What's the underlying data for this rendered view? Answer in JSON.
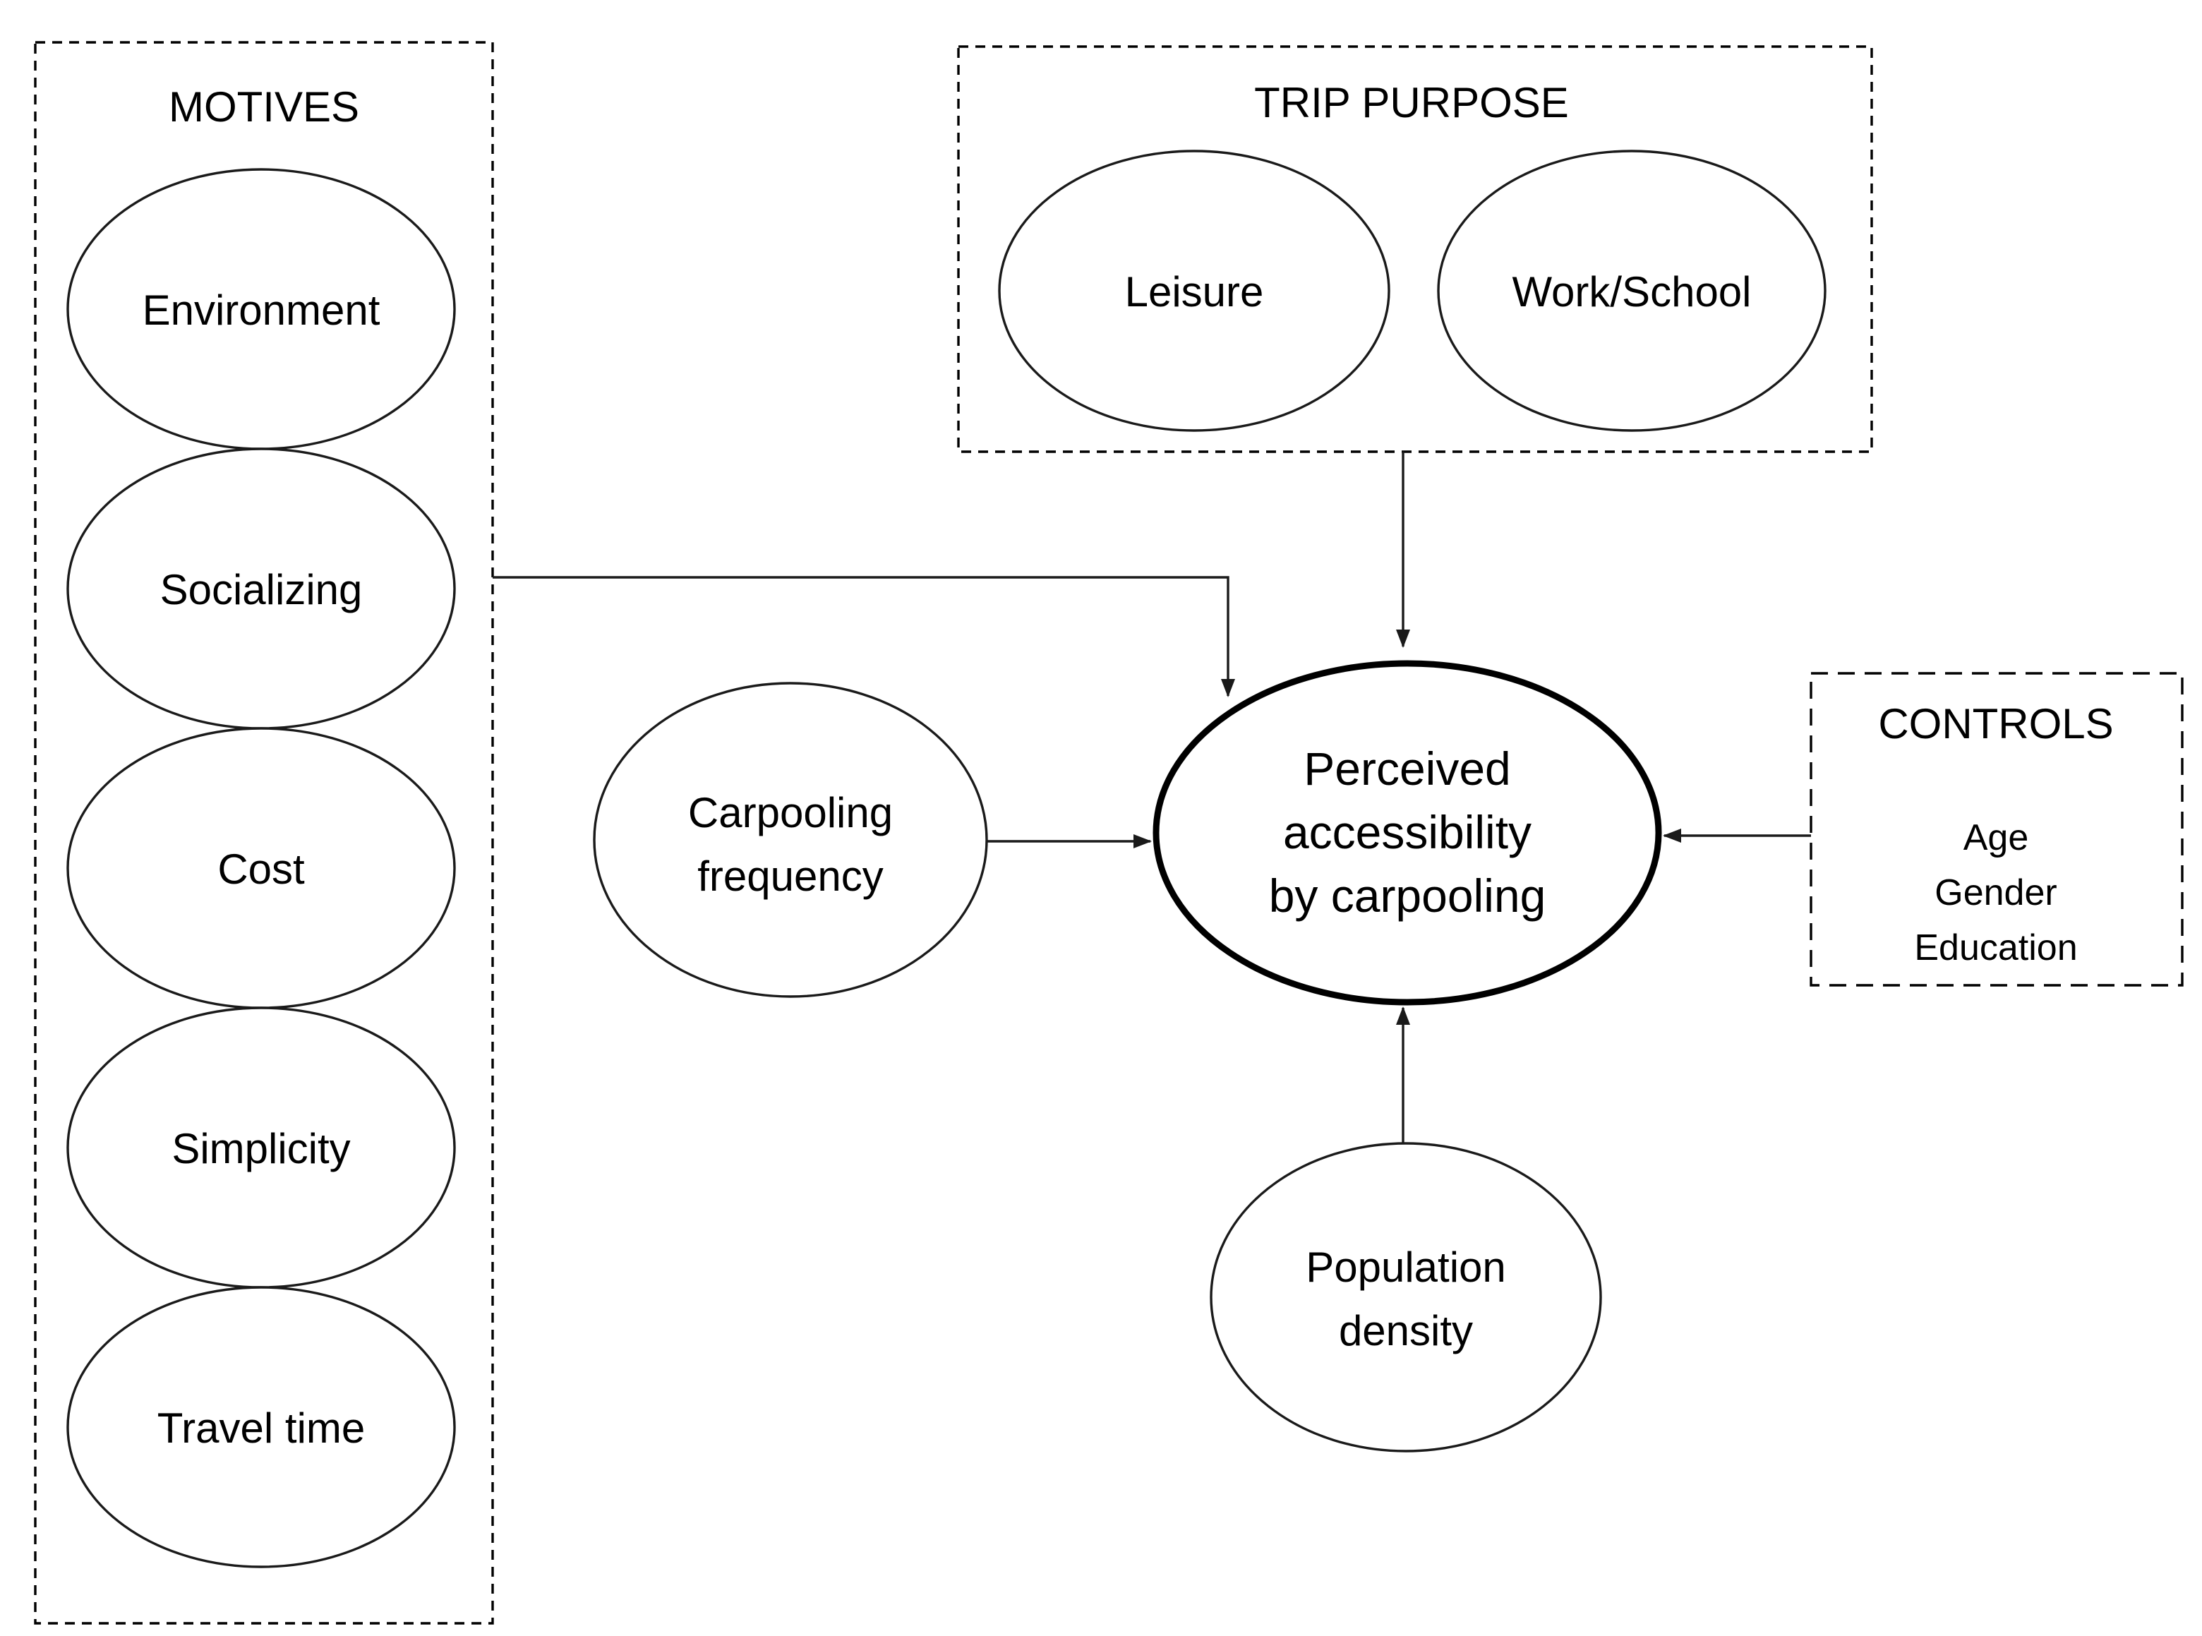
{
  "diagram": {
    "background_color": "#ffffff",
    "stroke_color": "#000000",
    "motives": {
      "title": "MOTIVES",
      "items": [
        "Environment",
        "Socializing",
        "Cost",
        "Simplicity",
        "Travel time"
      ]
    },
    "trip_purpose": {
      "title": "TRIP PURPOSE",
      "items": [
        "Leisure",
        "Work/School"
      ]
    },
    "controls": {
      "title": "CONTROLS",
      "items": [
        "Age",
        "Gender",
        "Education"
      ]
    },
    "carpooling_frequency": {
      "label": "Carpooling frequency",
      "lines": [
        "Carpooling",
        "frequency"
      ]
    },
    "population_density": {
      "label": "Population density",
      "lines": [
        "Population",
        "density"
      ]
    },
    "outcome": {
      "label": "Perceived accessibility by carpooling",
      "lines": [
        "Perceived",
        "accessibility",
        "by carpooling"
      ]
    }
  }
}
